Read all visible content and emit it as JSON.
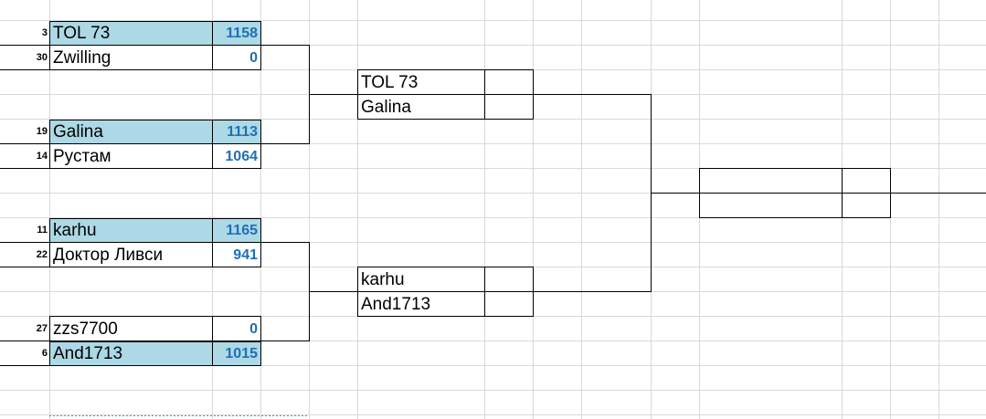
{
  "colors": {
    "winner_fill": "#add8e6",
    "score_text": "#1f6fb5",
    "gridline": "#d9d9d9"
  },
  "round1": [
    {
      "seed": "3",
      "name": "TOL 73",
      "score": "1158",
      "winner": true
    },
    {
      "seed": "30",
      "name": "Zwilling",
      "score": "0",
      "winner": false
    },
    {
      "seed": "19",
      "name": "Galina",
      "score": "1113",
      "winner": true
    },
    {
      "seed": "14",
      "name": "Рустам",
      "score": "1064",
      "winner": false
    },
    {
      "seed": "11",
      "name": "karhu",
      "score": "1165",
      "winner": true
    },
    {
      "seed": "22",
      "name": "Доктор Ливси",
      "score": "941",
      "winner": false
    },
    {
      "seed": "27",
      "name": "zzs7700",
      "score": "0",
      "winner": false
    },
    {
      "seed": "6",
      "name": "And1713",
      "score": "1015",
      "winner": true
    }
  ],
  "round2": [
    {
      "name": "TOL 73",
      "score": ""
    },
    {
      "name": "Galina",
      "score": ""
    },
    {
      "name": "karhu",
      "score": ""
    },
    {
      "name": "And1713",
      "score": ""
    }
  ],
  "final": [
    {
      "name": "",
      "score": ""
    },
    {
      "name": "",
      "score": ""
    }
  ]
}
